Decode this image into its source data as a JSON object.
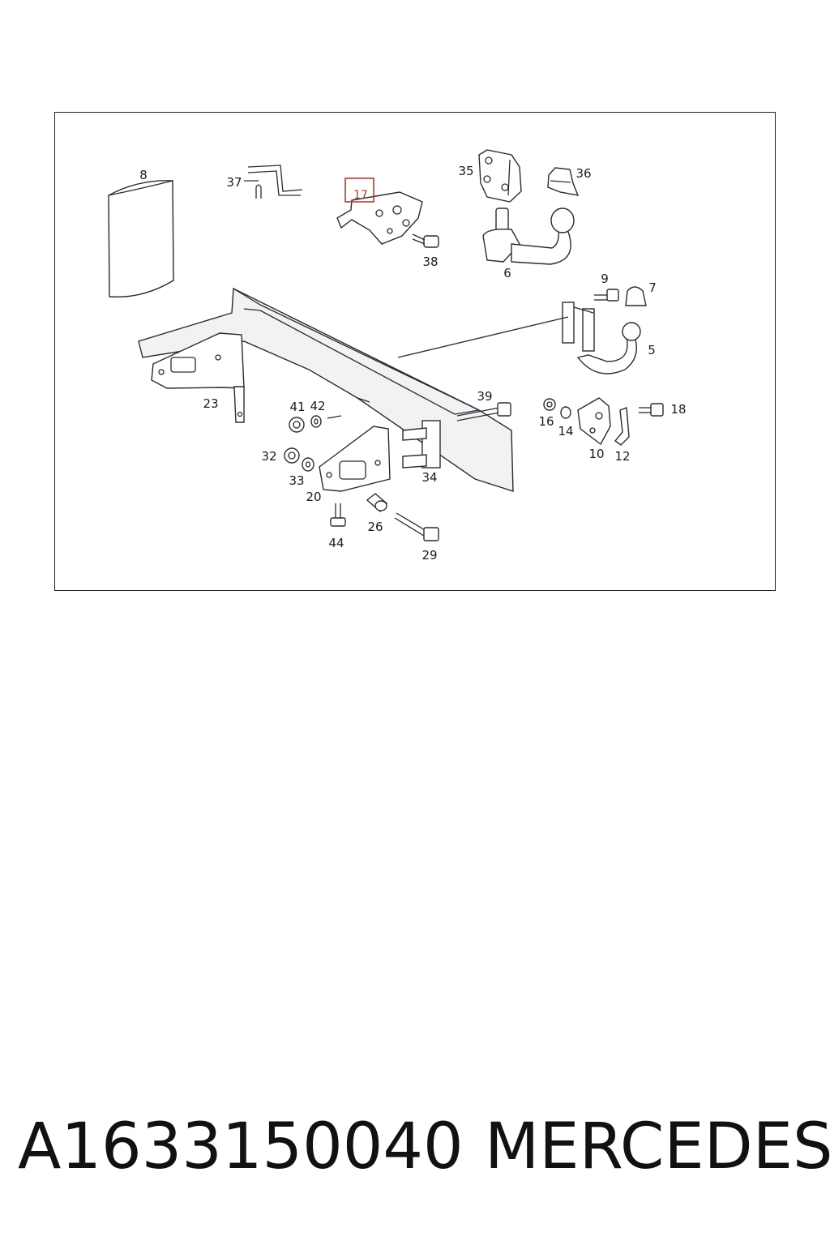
{
  "diagram": {
    "highlighted_part": "17",
    "callouts": {
      "c8": "8",
      "c37": "37",
      "c17": "17",
      "c38": "38",
      "c35": "35",
      "c36": "36",
      "c6": "6",
      "c9": "9",
      "c7": "7",
      "c5": "5",
      "c23": "23",
      "c41": "41",
      "c42": "42",
      "c39": "39",
      "c16": "16",
      "c14": "14",
      "c18": "18",
      "c10": "10",
      "c12": "12",
      "c32": "32",
      "c33": "33",
      "c34": "34",
      "c20": "20",
      "c26": "26",
      "c44": "44",
      "c29": "29"
    },
    "colors": {
      "line": "#2a2a35",
      "highlight": "#c0392b",
      "frame": "#1f1f2a"
    }
  },
  "footer": {
    "part_number": "A1633150040",
    "brand": "MERCEDES"
  }
}
